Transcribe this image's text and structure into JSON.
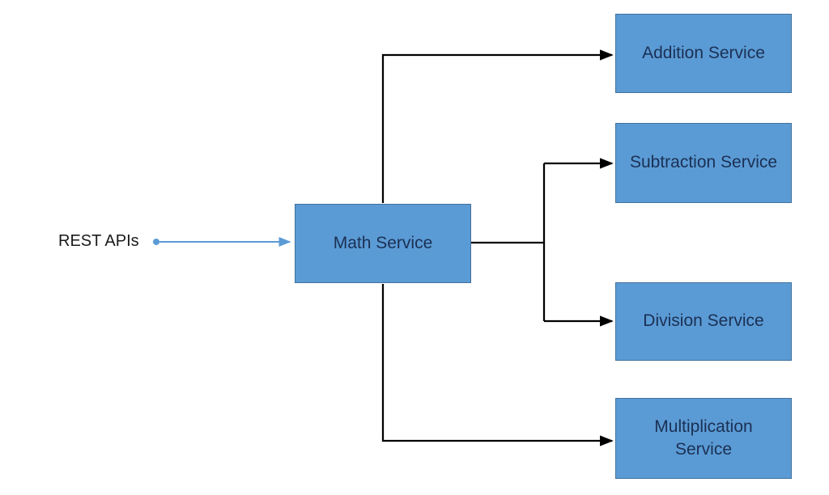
{
  "diagram": {
    "source_label": "REST APIs",
    "center_node": {
      "id": "math-service",
      "label": "Math Service"
    },
    "service_nodes": [
      {
        "id": "addition-service",
        "label": "Addition Service"
      },
      {
        "id": "subtraction-service",
        "label": "Subtraction Service"
      },
      {
        "id": "division-service",
        "label": "Division Service"
      },
      {
        "id": "multiplication-service",
        "label": "Multiplication Service"
      }
    ],
    "edges": [
      {
        "from": "rest-apis",
        "to": "math-service",
        "style": "blue-arrow"
      },
      {
        "from": "math-service",
        "to": "addition-service",
        "style": "black-elbow"
      },
      {
        "from": "math-service",
        "to": "subtraction-service",
        "style": "black-elbow"
      },
      {
        "from": "math-service",
        "to": "division-service",
        "style": "black-elbow"
      },
      {
        "from": "math-service",
        "to": "multiplication-service",
        "style": "black-elbow"
      }
    ],
    "colors": {
      "node_fill": "#5B9BD5",
      "node_border": "#41719C",
      "node_text": "#1B3054",
      "connector": "#000000",
      "source_arrow": "#5B9BD5",
      "label_text": "#1A1A1A",
      "background": "#FFFFFF"
    }
  }
}
